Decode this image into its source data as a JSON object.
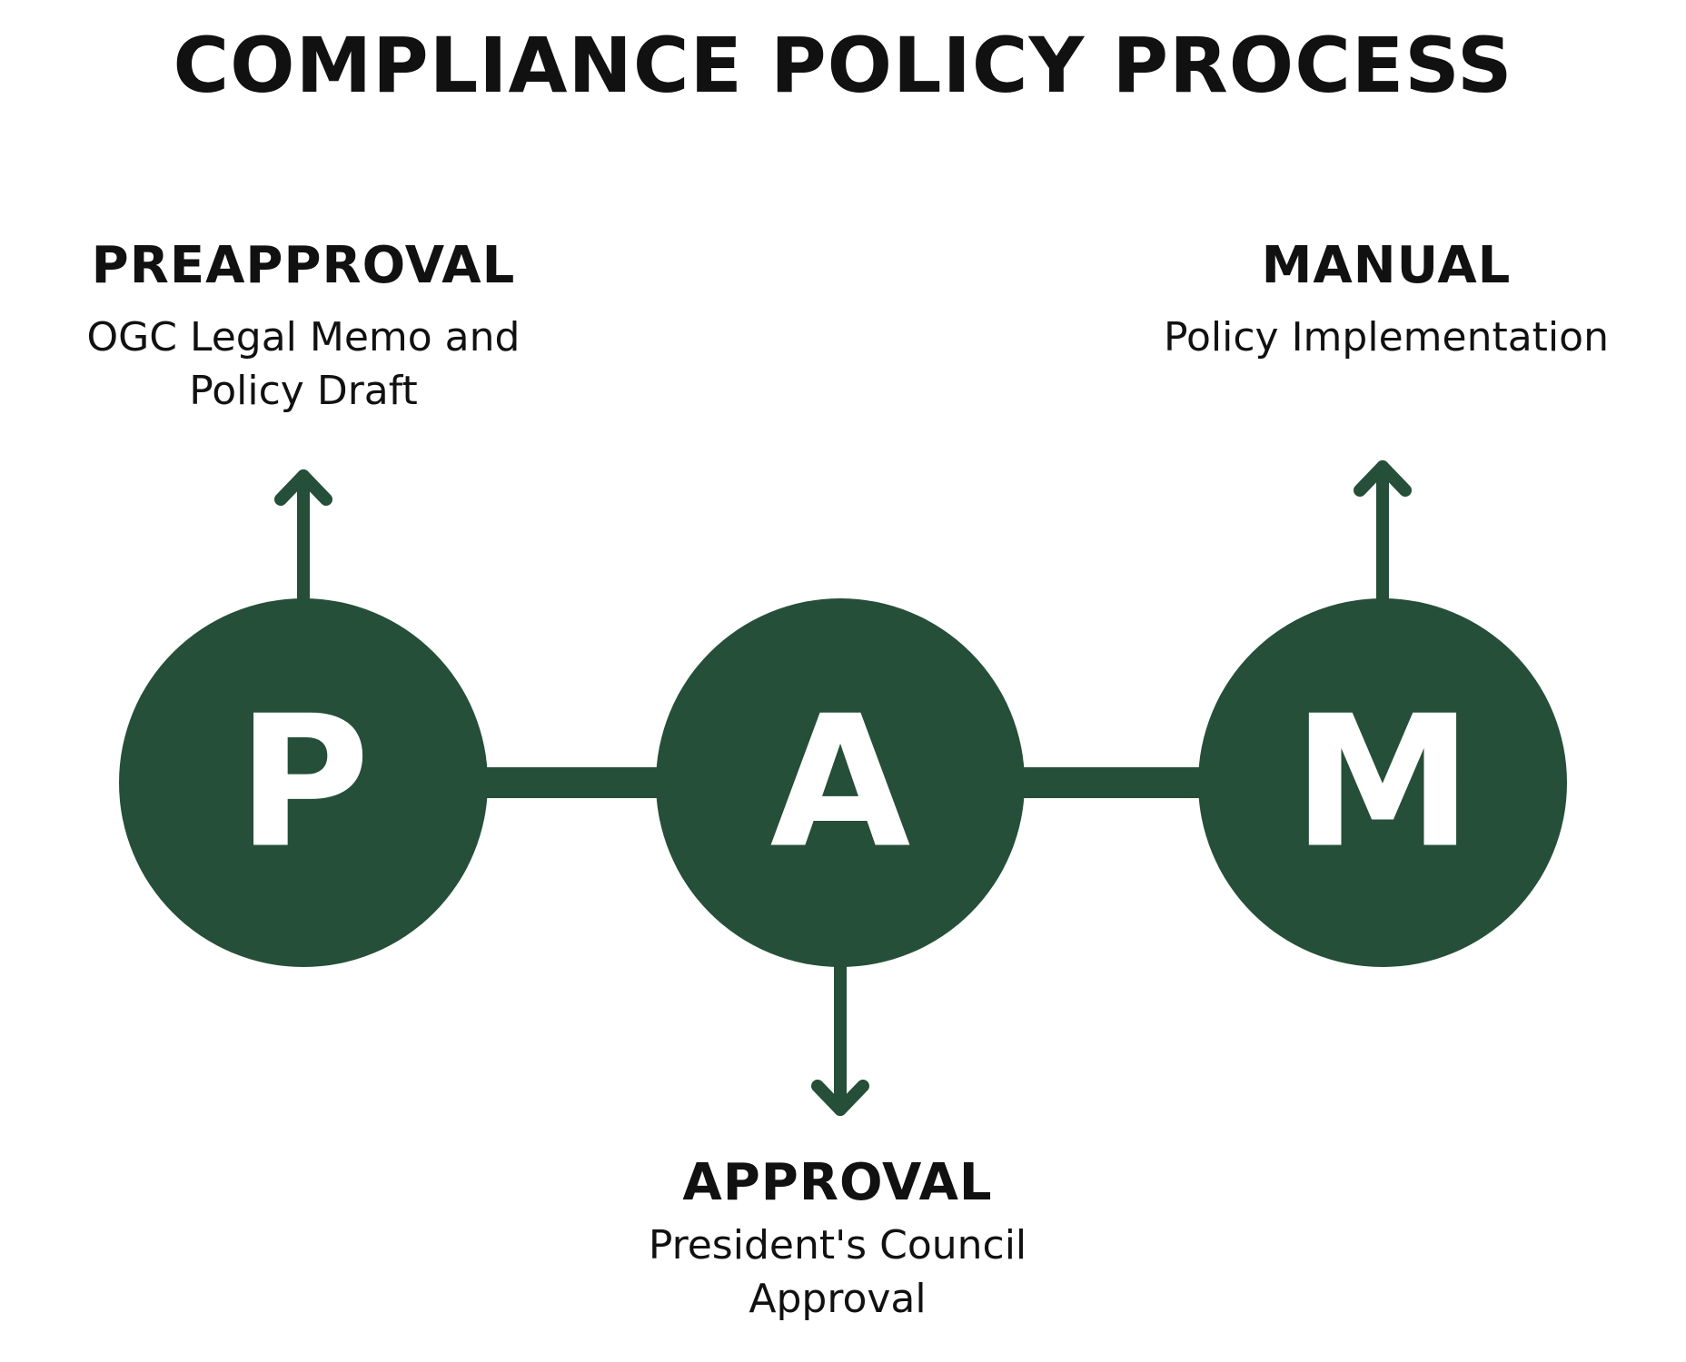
{
  "title": "COMPLIANCE POLICY PROCESS",
  "colors": {
    "node_fill": "#254f38",
    "connector": "#254f38",
    "node_letter": "#ffffff",
    "text": "#111111"
  },
  "steps": [
    {
      "letter": "P",
      "heading": "PREAPPROVAL",
      "description": "OGC Legal Memo and Policy Draft",
      "label_position": "above"
    },
    {
      "letter": "A",
      "heading": "APPROVAL",
      "description": "President's Council Approval",
      "label_position": "below"
    },
    {
      "letter": "M",
      "heading": "MANUAL",
      "description": "Policy Implementation",
      "label_position": "above"
    }
  ]
}
